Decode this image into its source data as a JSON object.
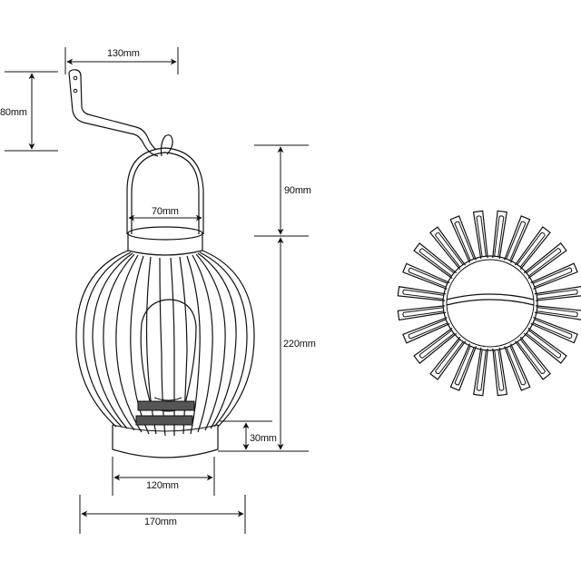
{
  "diagram": {
    "title": "Solar lantern dimension drawing",
    "views": [
      "side-view",
      "top-view"
    ],
    "dimensions": {
      "bracket_width": "130mm",
      "bracket_height": "80mm",
      "handle_height": "90mm",
      "top_opening_width": "70mm",
      "body_height": "220mm",
      "base_height": "30mm",
      "base_width": "120mm",
      "body_max_width": "170mm"
    },
    "colors": {
      "line": "#111111",
      "background": "#ffffff"
    }
  }
}
